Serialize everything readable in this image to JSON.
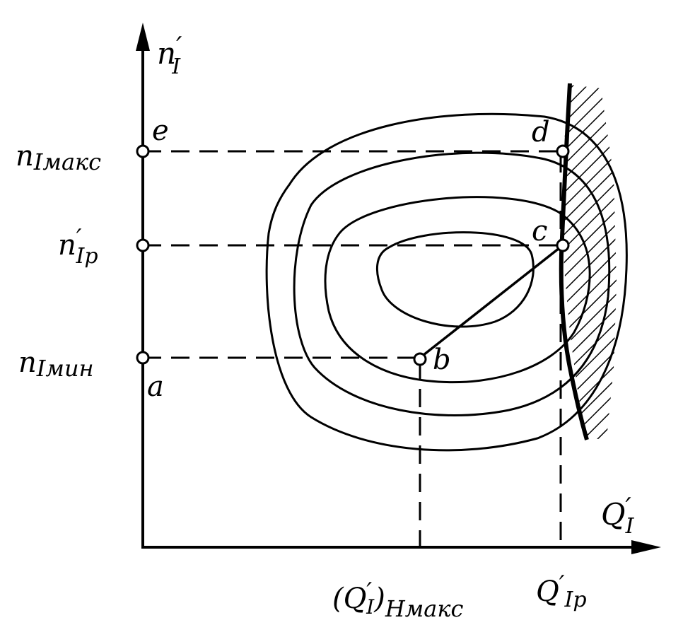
{
  "axes": {
    "y_label": {
      "main": "n",
      "prime": "′",
      "sub": "I"
    },
    "x_label": {
      "main": "Q",
      "prime": "′",
      "sub": "I"
    }
  },
  "y_ticks": {
    "max": {
      "main": "n",
      "sub": "Iмакс"
    },
    "p": {
      "main": "n",
      "prime": "′",
      "sub": "Ip"
    },
    "min": {
      "main": "n",
      "sub": "Iмин"
    }
  },
  "x_ticks": {
    "hmax": {
      "text": "(Q",
      "prime": "′",
      "sub_i": "I",
      "close": ")",
      "sub": "Hмакс"
    },
    "p": {
      "main": "Q",
      "prime": "′",
      "sub": "Ip"
    }
  },
  "points": {
    "a": "a",
    "b": "b",
    "c": "c",
    "d": "d",
    "e": "e"
  },
  "colors": {
    "ink": "#000000",
    "paper": "#ffffff"
  }
}
